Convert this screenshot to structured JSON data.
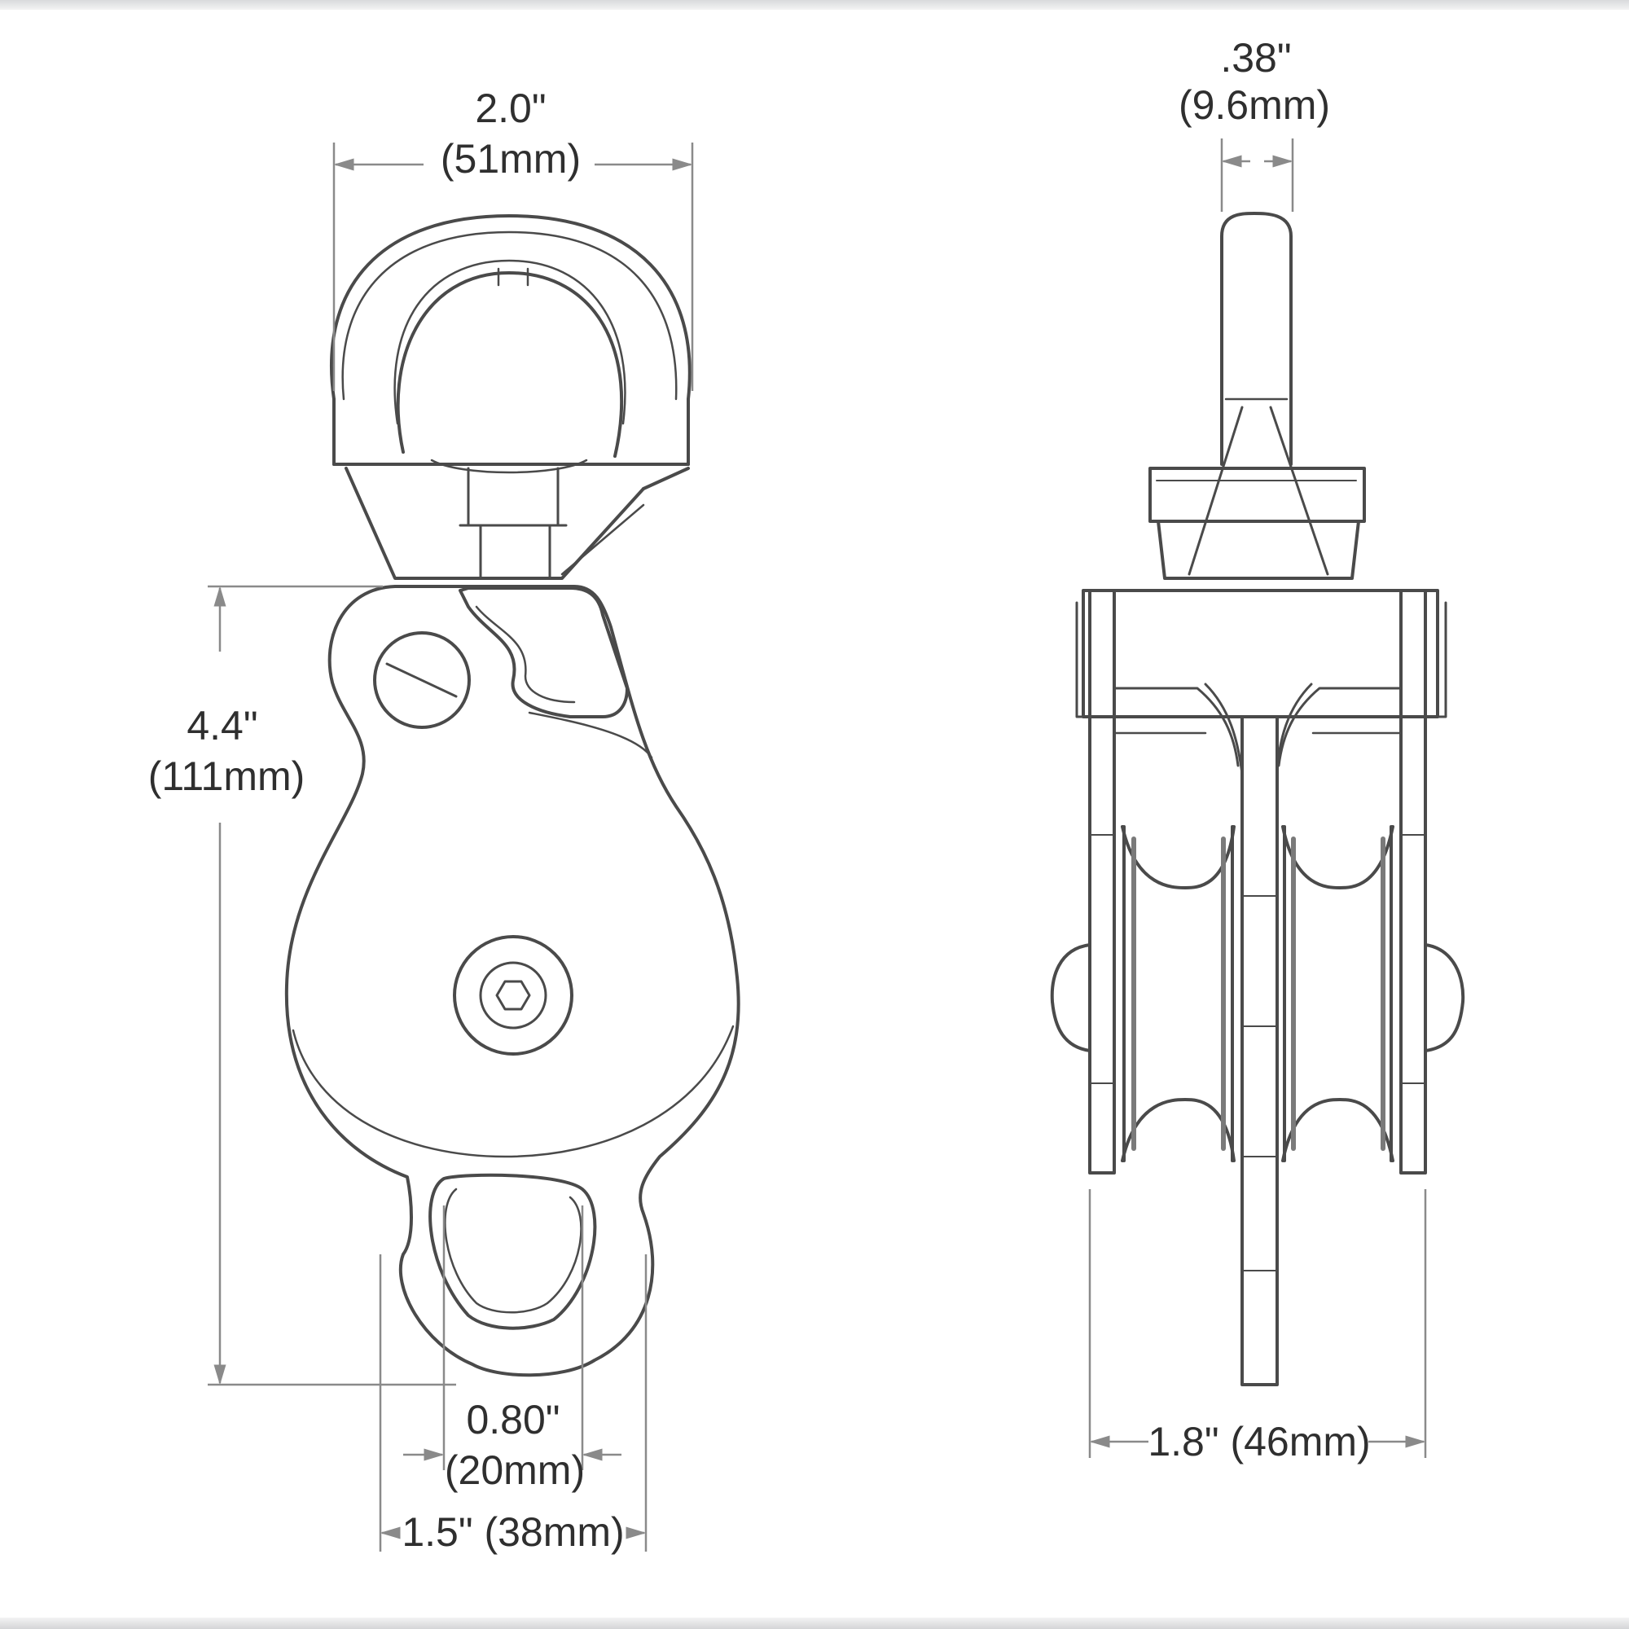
{
  "dimensions": {
    "top_width": {
      "imperial": "2.0\"",
      "metric": "(51mm)"
    },
    "height": {
      "imperial": "4.4\"",
      "metric": "(111mm)"
    },
    "bottom_hole": {
      "imperial": "0.80\"",
      "metric": "(20mm)"
    },
    "bottom_width": {
      "text": "1.5\" (38mm)"
    },
    "side_shackle": {
      "imperial": ".38\"",
      "metric": "(9.6mm)"
    },
    "side_width": {
      "text": "1.8\" (46mm)"
    }
  },
  "colors": {
    "line": "#4a4a4a",
    "dim": "#8a8a8a",
    "text": "#2f2f2f",
    "sheave_groove": "#7a7a7a"
  }
}
